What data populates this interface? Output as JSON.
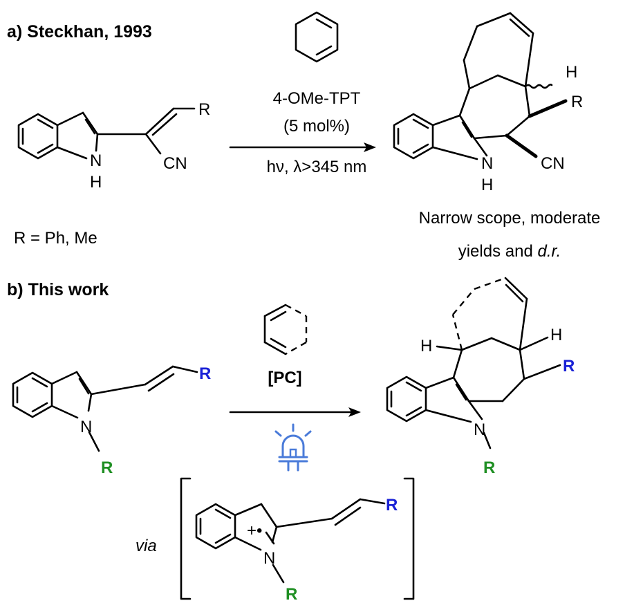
{
  "section_a": {
    "title": "a) Steckhan, 1993",
    "reagent_line1": "4-OMe-TPT",
    "reagent_line2": "(5 mol%)",
    "conditions": "hν, λ>345 nm",
    "r_definition": "R = Ph, Me",
    "note_line1": "Narrow scope, moderate",
    "note_line2_prefix": "yields and ",
    "note_line2_italic": "d.r.",
    "atoms": {
      "nh": "N",
      "h": "H",
      "r": "R",
      "cn": "CN"
    }
  },
  "section_b": {
    "title": "b) This work",
    "catalyst": "[PC]",
    "via": "via",
    "radical_cation": "+•",
    "atoms": {
      "n": "N",
      "r": "R",
      "h": "H"
    }
  },
  "colors": {
    "blue_r": "#1a22d6",
    "green_r": "#1f8f23",
    "led": "#4a7bd9"
  },
  "icons": {
    "light_source": "led-lamp-icon"
  }
}
